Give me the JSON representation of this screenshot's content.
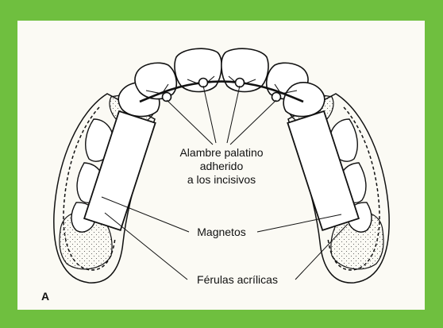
{
  "figure": {
    "panel_letter": "A",
    "labels": {
      "wire_line1": "Alambre palatino",
      "wire_line2": "adherido",
      "wire_line3": "a los incisivos",
      "magnets": "Magnetos",
      "splints": "Férulas acrílicas"
    }
  },
  "colors": {
    "frame_green": "#6fbf3f",
    "panel_background": "#fbfaf4",
    "ink": "#111111"
  }
}
